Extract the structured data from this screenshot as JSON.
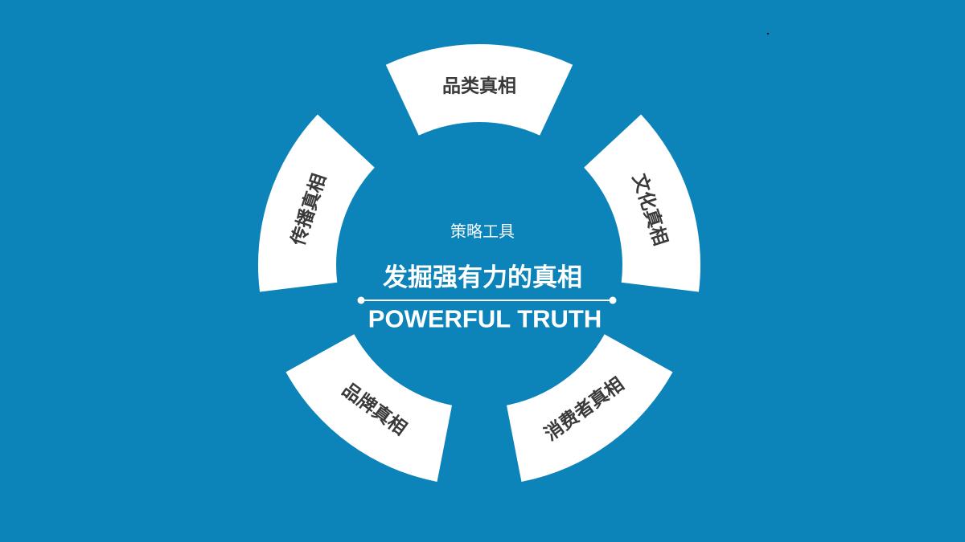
{
  "center": {
    "subtitle": "策略工具",
    "headline": "发掘强有力的真相",
    "english": "POWERFUL TRUTH"
  },
  "segments": [
    {
      "label": "品类真相"
    },
    {
      "label": "文化真相"
    },
    {
      "label": "消费者真相"
    },
    {
      "label": "品牌真相"
    },
    {
      "label": "传播真相"
    }
  ]
}
